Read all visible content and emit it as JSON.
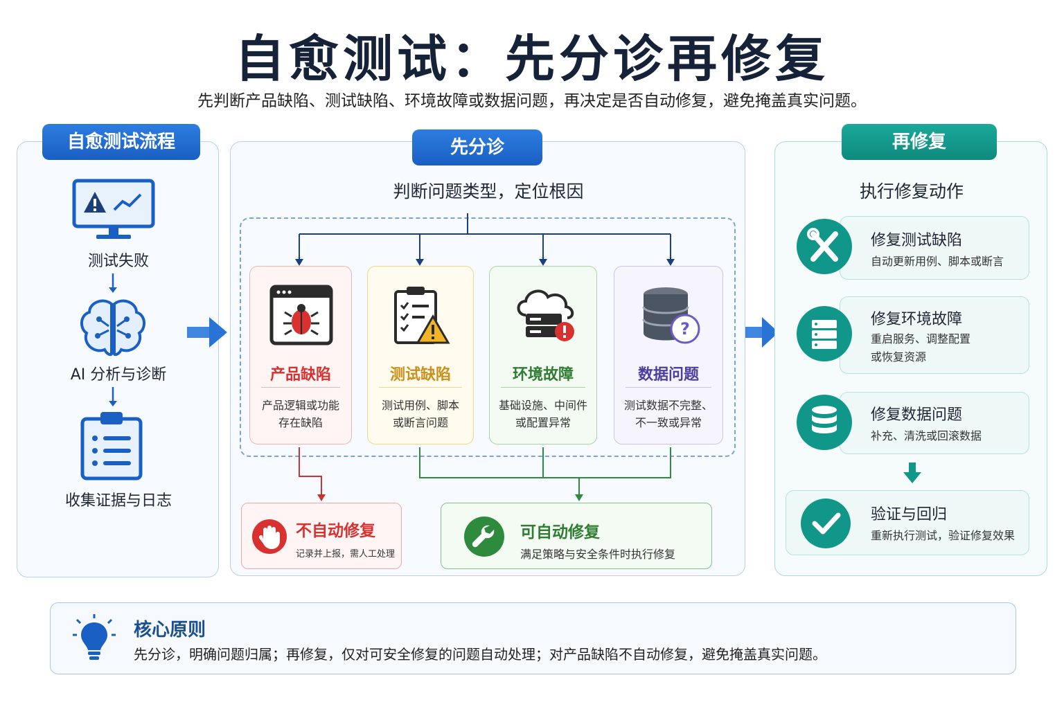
{
  "title": "自愈测试：先分诊再修复",
  "subtitle": "先判断产品缺陷、测试缺陷、环境故障或数据问题，再决定是否自动修复，避免掩盖真实问题。",
  "flow": {
    "tab": "自愈测试流程",
    "steps": [
      "测试失败",
      "AI 分析与诊断",
      "收集证据与日志"
    ]
  },
  "triage": {
    "tab": "先分诊",
    "subtitle": "判断问题类型，定位根因",
    "categories": [
      {
        "name": "产品缺陷",
        "desc1": "产品逻辑或功能",
        "desc2": "存在缺陷",
        "color": "#d9312f"
      },
      {
        "name": "测试缺陷",
        "desc1": "测试用例、脚本",
        "desc2": "或断言问题",
        "color": "#c9901a"
      },
      {
        "name": "环境故障",
        "desc1": "基础设施、中间件",
        "desc2": "或配置异常",
        "color": "#2e8b3d"
      },
      {
        "name": "数据问题",
        "desc1": "测试数据不完整、",
        "desc2": "不一致或异常",
        "color": "#5b4fb0"
      }
    ],
    "no_fix": {
      "title": "不自动修复",
      "desc": "记录并上报，需人工处理"
    },
    "auto_fix": {
      "title": "可自动修复",
      "desc": "满足策略与安全条件时执行修复"
    }
  },
  "repair": {
    "tab": "再修复",
    "subtitle": "执行修复动作",
    "steps": [
      {
        "title": "修复测试缺陷",
        "desc1": "自动更新用例、脚本或断言",
        "desc2": ""
      },
      {
        "title": "修复环境故障",
        "desc1": "重启服务、调整配置",
        "desc2": "或恢复资源"
      },
      {
        "title": "修复数据问题",
        "desc1": "补充、清洗或回滚数据",
        "desc2": ""
      },
      {
        "title": "验证与回归",
        "desc1": "重新执行测试，验证修复效果",
        "desc2": ""
      }
    ]
  },
  "principle": {
    "title": "核心原则",
    "desc": "先分诊，明确问题归属；再修复，仅对可安全修复的问题自动处理；对产品缺陷不自动修复，避免掩盖真实问题。"
  },
  "icons": [
    "monitor-alert-icon",
    "brain-icon",
    "clipboard-list-icon",
    "bug-window-icon",
    "clipboard-warning-icon",
    "cloud-server-icon",
    "database-question-icon",
    "hand-stop-icon",
    "wrench-icon",
    "tools-icon",
    "server-icon",
    "database-icon",
    "check-icon",
    "lightbulb-icon"
  ],
  "colors": {
    "primary": "#1a5fc3",
    "teal": "#11978a",
    "red": "#d9312f",
    "green": "#2e8b3d"
  }
}
